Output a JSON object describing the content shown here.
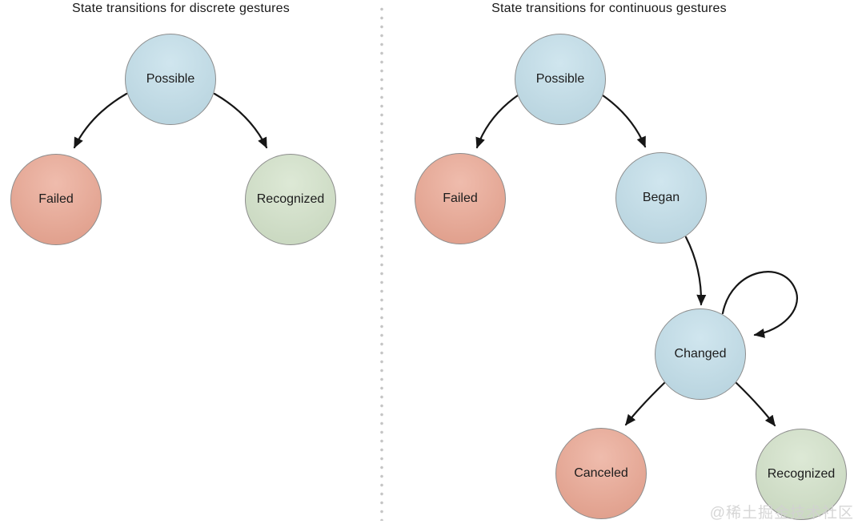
{
  "watermark": "@稀土掘金技术社区",
  "colors": {
    "background": "#ffffff",
    "node_fill_blue": "#bedce8",
    "node_fill_red": "#e9a28d",
    "node_fill_green": "#d0e0c6",
    "node_stroke": "#8d8d8d",
    "node_text": "#1c1c1c",
    "title_text": "#181818",
    "arrow": "#161616",
    "divider_dot": "#c5c5c5",
    "watermark_text": "#d2d2d2"
  },
  "diagrams": [
    {
      "id": "discrete",
      "title": "State transitions for discrete gestures",
      "nodes": [
        {
          "label": "Possible",
          "color": "blue"
        },
        {
          "label": "Failed",
          "color": "red"
        },
        {
          "label": "Recognized",
          "color": "green"
        }
      ],
      "transitions": [
        {
          "from": "Possible",
          "to": "Failed"
        },
        {
          "from": "Possible",
          "to": "Recognized"
        }
      ]
    },
    {
      "id": "continuous",
      "title": "State transitions for continuous gestures",
      "nodes": [
        {
          "label": "Possible",
          "color": "blue"
        },
        {
          "label": "Failed",
          "color": "red"
        },
        {
          "label": "Began",
          "color": "blue"
        },
        {
          "label": "Changed",
          "color": "blue"
        },
        {
          "label": "Canceled",
          "color": "red"
        },
        {
          "label": "Recognized",
          "color": "green"
        }
      ],
      "transitions": [
        {
          "from": "Possible",
          "to": "Failed"
        },
        {
          "from": "Possible",
          "to": "Began"
        },
        {
          "from": "Began",
          "to": "Changed"
        },
        {
          "from": "Changed",
          "to": "Changed"
        },
        {
          "from": "Changed",
          "to": "Canceled"
        },
        {
          "from": "Changed",
          "to": "Recognized"
        }
      ]
    }
  ]
}
